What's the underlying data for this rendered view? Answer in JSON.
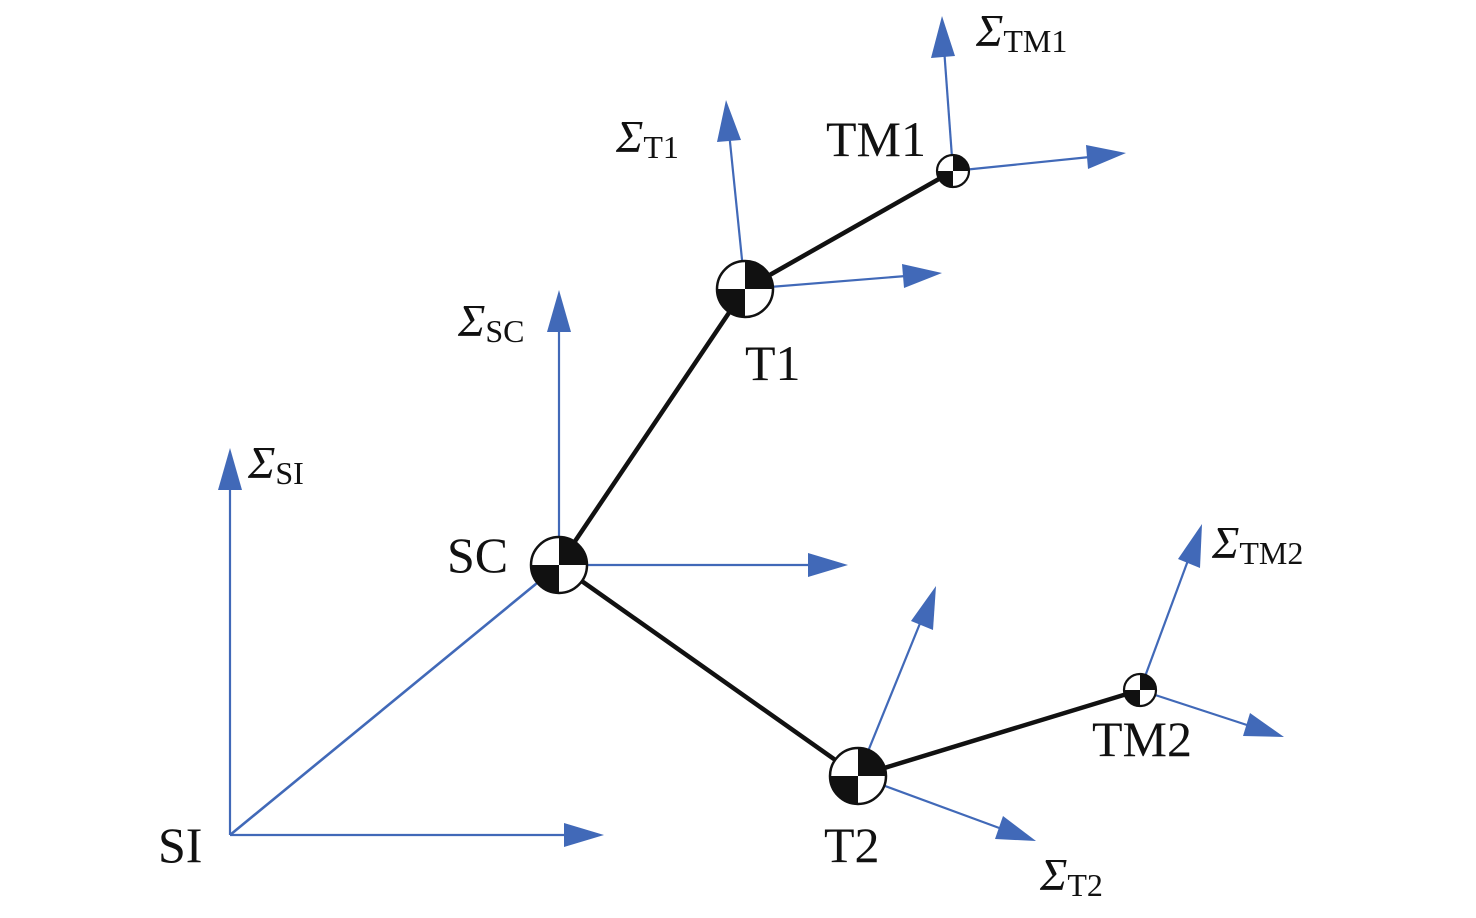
{
  "colors": {
    "axis": "#4169b8",
    "link": "#111111"
  },
  "nodes": [
    {
      "id": "SI",
      "label": "SI",
      "frame_symbol": "Σ",
      "frame_subscript": "SI"
    },
    {
      "id": "SC",
      "label": "SC",
      "frame_symbol": "Σ",
      "frame_subscript": "SC"
    },
    {
      "id": "T1",
      "label": "T1",
      "frame_symbol": "Σ",
      "frame_subscript": "T1"
    },
    {
      "id": "TM1",
      "label": "TM1",
      "frame_symbol": "Σ",
      "frame_subscript": "TM1"
    },
    {
      "id": "T2",
      "label": "T2",
      "frame_symbol": "Σ",
      "frame_subscript": "T2"
    },
    {
      "id": "TM2",
      "label": "TM2",
      "frame_symbol": "Σ",
      "frame_subscript": "TM2"
    }
  ],
  "edges": [
    {
      "from": "SI",
      "to": "SC",
      "style": "blue"
    },
    {
      "from": "SC",
      "to": "T1",
      "style": "black"
    },
    {
      "from": "T1",
      "to": "TM1",
      "style": "black"
    },
    {
      "from": "SC",
      "to": "T2",
      "style": "black"
    },
    {
      "from": "T2",
      "to": "TM2",
      "style": "black"
    }
  ]
}
